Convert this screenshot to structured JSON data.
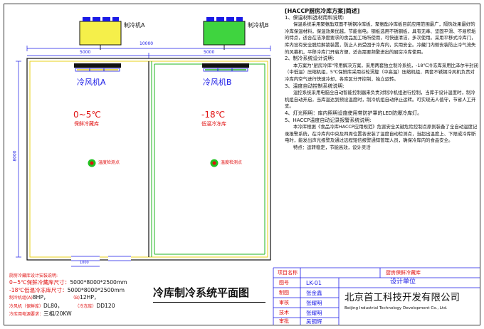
{
  "units": {
    "unit_a": "制冷机A",
    "unit_b": "制冷机B",
    "fan_a": "冷风机A",
    "fan_b": "冷风机B"
  },
  "rooms": {
    "a_temp": "0~5℃",
    "a_name": "保鲜冷藏库",
    "b_temp": "-18℃",
    "b_name": "低温冷冻库",
    "probe_label": "温度检测点"
  },
  "dims": {
    "top_total": "10000",
    "top_a": "5000",
    "top_b": "5000",
    "left_height": "8000",
    "door": "1000"
  },
  "drawing_title": "冷库制冷系统平面图",
  "spec": {
    "title": "厨房冷藏库设计安装说明:",
    "lines": [
      "0~5℃保鲜冷藏库尺寸：5000*8000*2500mm",
      "-18℃低温冷冻库尺寸：5000*8000*2500mm",
      "制冷机组(A)8HP，（B)12HP",
      "冷风机（保鲜库）DL80，（冷冻库）DD120",
      "冷库用电源要求：三相/20KW"
    ],
    "line_parts": [
      [
        "0~5℃保鲜冷藏库尺寸：",
        "5000*8000*2500mm"
      ],
      [
        "-18℃低温冷冻库尺寸：",
        "5000*8000*2500mm"
      ],
      [
        "制冷机组(A)",
        "8HP，",
        "（B)",
        "12HP，"
      ],
      [
        "冷风机（保鲜库）",
        "DL80，",
        "（冷冻库）",
        "DD120"
      ],
      [
        "冷库用电源要求：",
        "三相/20KW"
      ]
    ]
  },
  "notes": {
    "heading": "[HACCP厨房冷库方案]简述]",
    "items": [
      {
        "title": "1、保温材料选材用料说明:",
        "body": "保温系统采用聚氨酯双面不锈钢冷库板，聚氨酯冷库板目前应用范围最广，隔热效果最好的冷库保温材料，保温效果优越，节能省电。钢板选用不锈钢板，具有无毒、坚固平滑、不易积垢的特点，适合在洁净度要求的食品加工场所使用，可快速清洁，多次使用。采用平移式冷库门，库内设有安全脱险解锁装置，防止人员受困于冷库内，实用安全。冷藏门内侧安装防止冷气流失的风幕机，平移冷库门开启方便，适合需要频繁进出的厨房冷库使用。"
      },
      {
        "title": "2、制冷系统设计说明:",
        "body": "本方案为\"厨房冷库\"常用解决方案，采用两套独立制冷系统，-18℃冷冻库采用比泽尔半封闭（中低温）压缩机组，5℃保鲜库采用谷轮涡旋（中高温）压缩机组，两套不锈钢冷风机负责对冷库内空气进行快速冷却，各库区分开控制，独立运转。"
      },
      {
        "title": "3、温度自动控制系统说明:",
        "body": "温控系统采用电脑全自动智能控制器来负责对制冷机组进行控制，当库于设计温度时，制冷机组自动开启，当库温达到预设温度时，制冷机组自动停止运转。可实现无人值守，节省人工开支。"
      },
      {
        "title": "4、灯光照明：库内照明设施使用带防护罩的LED防爆冷库灯。",
        "body": ""
      },
      {
        "title": "5、HACCP温度自动记录报警系统说明:",
        "body": "本冷库根据《食品冷库HACCP应用规范》危害安全关键危险控制点原则装备了全自动温度记录报警系统，在冷库内中央及四周位置各安装了温度自动检测点，当超出温度上、下限或冷库断电时，能发出声光报警及通过远程短信报警通知管理人员，确保冷库内的食品安全。"
      },
      {
        "title": "",
        "body": "特点：运转稳定，节能高效，设计灵活"
      }
    ]
  },
  "title_block": {
    "project_label": "项目名称",
    "project_value": "厨房保鲜冷藏库",
    "drawing_no_label": "图号",
    "drawing_no_value": "LK-01",
    "design_unit_label": "设计单位",
    "drawn_label": "制图",
    "drawn_value": "张金鑫",
    "checked_label": "审核",
    "checked_value": "张耀明",
    "tech_label": "技术",
    "tech_value": "张耀明",
    "approved_label": "审批",
    "approved_value": "吴钢辉",
    "company": "北京首工科技开发有限公司",
    "company_en": "Beijing Industrial Technology Development Co., Ltd."
  },
  "colors": {
    "unit_a_fill": "#f5ef4a",
    "unit_b_fill": "#3fd43f",
    "wall_yellow": "#e8d21a",
    "wall_green": "#1fb51f",
    "dim_blue": "#1a1ae6",
    "label_red": "#e01010",
    "probe_green": "#21c221",
    "probe_red": "#e01010"
  }
}
